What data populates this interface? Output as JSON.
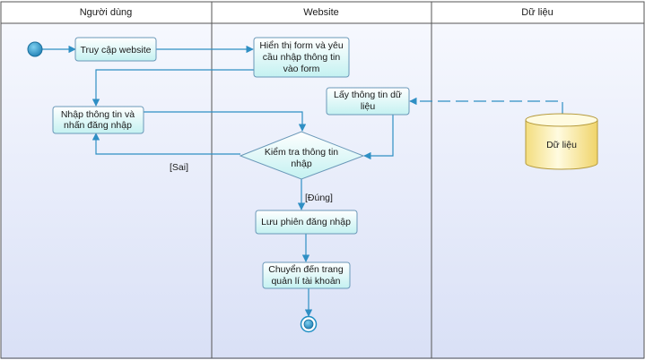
{
  "lanes": [
    {
      "id": "user",
      "title": "Người dùng"
    },
    {
      "id": "website",
      "title": "Website"
    },
    {
      "id": "data",
      "title": "Dữ liệu"
    }
  ],
  "nodes": {
    "access_website": {
      "lines": [
        "Truy cập website"
      ]
    },
    "show_form": {
      "lines": [
        "Hiển thị form và yêu",
        "cầu nhập thông tin",
        "vào form"
      ]
    },
    "enter_info": {
      "lines": [
        "Nhập thông tin và",
        "nhấn đăng nhập"
      ]
    },
    "fetch_info": {
      "lines": [
        "Lấy thông tin dữ",
        "liệu"
      ]
    },
    "check_info": {
      "lines": [
        "Kiểm tra thông tin",
        "nhập"
      ]
    },
    "database": {
      "lines": [
        "Dữ liệu"
      ]
    },
    "save_session": {
      "lines": [
        "Lưu phiên đăng nhập"
      ]
    },
    "redirect": {
      "lines": [
        "Chuyển đến trang",
        "quản lí tài khoản"
      ]
    }
  },
  "edge_labels": {
    "false": "[Sai]",
    "true": "[Đúng]"
  },
  "colors": {
    "lane_header": "#ffffff",
    "lane_bg_top": "#f6f8fe",
    "lane_bg_bottom": "#d9e0f6",
    "node_fill_top": "#ffffff",
    "node_fill_bottom": "#c4f1f1",
    "node_border": "#6a98b8",
    "flow": "#2f8fc4",
    "db_fill_top": "#fffbe0",
    "db_fill_bottom": "#f3dd7e",
    "db_border": "#b59a3b",
    "start_node": "#1f8fc4"
  }
}
